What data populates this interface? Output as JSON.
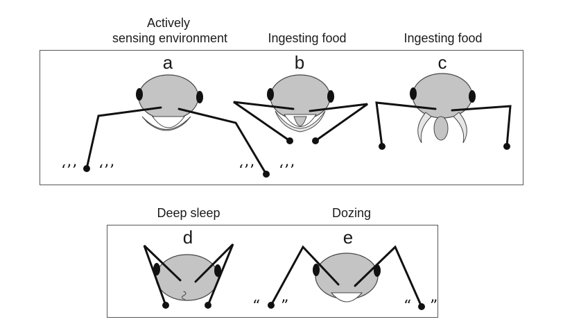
{
  "panels": [
    {
      "id": "a",
      "letter": "a",
      "caption_lines": [
        "Actively",
        "sensing environment"
      ]
    },
    {
      "id": "b",
      "letter": "b",
      "caption_lines": [
        "Ingesting food"
      ]
    },
    {
      "id": "c",
      "letter": "c",
      "caption_lines": [
        "Ingesting food"
      ]
    },
    {
      "id": "d",
      "letter": "d",
      "caption_lines": [
        "Deep sleep"
      ]
    },
    {
      "id": "e",
      "letter": "e",
      "caption_lines": [
        "Dozing"
      ]
    }
  ],
  "motion_marks": {
    "a_left_1": "‘’’",
    "a_left_2": "‘’’",
    "a_right_1": "‘’’",
    "a_right_2": "‘’’",
    "e_left_1": "“",
    "e_left_2": "”",
    "e_right_1": "“",
    "e_right_2": "”"
  },
  "colors": {
    "head": "#c4c4c4",
    "mouth": "#ffffff",
    "mandible": "#e6e6e6",
    "line": "#111111",
    "border": "#555555"
  }
}
